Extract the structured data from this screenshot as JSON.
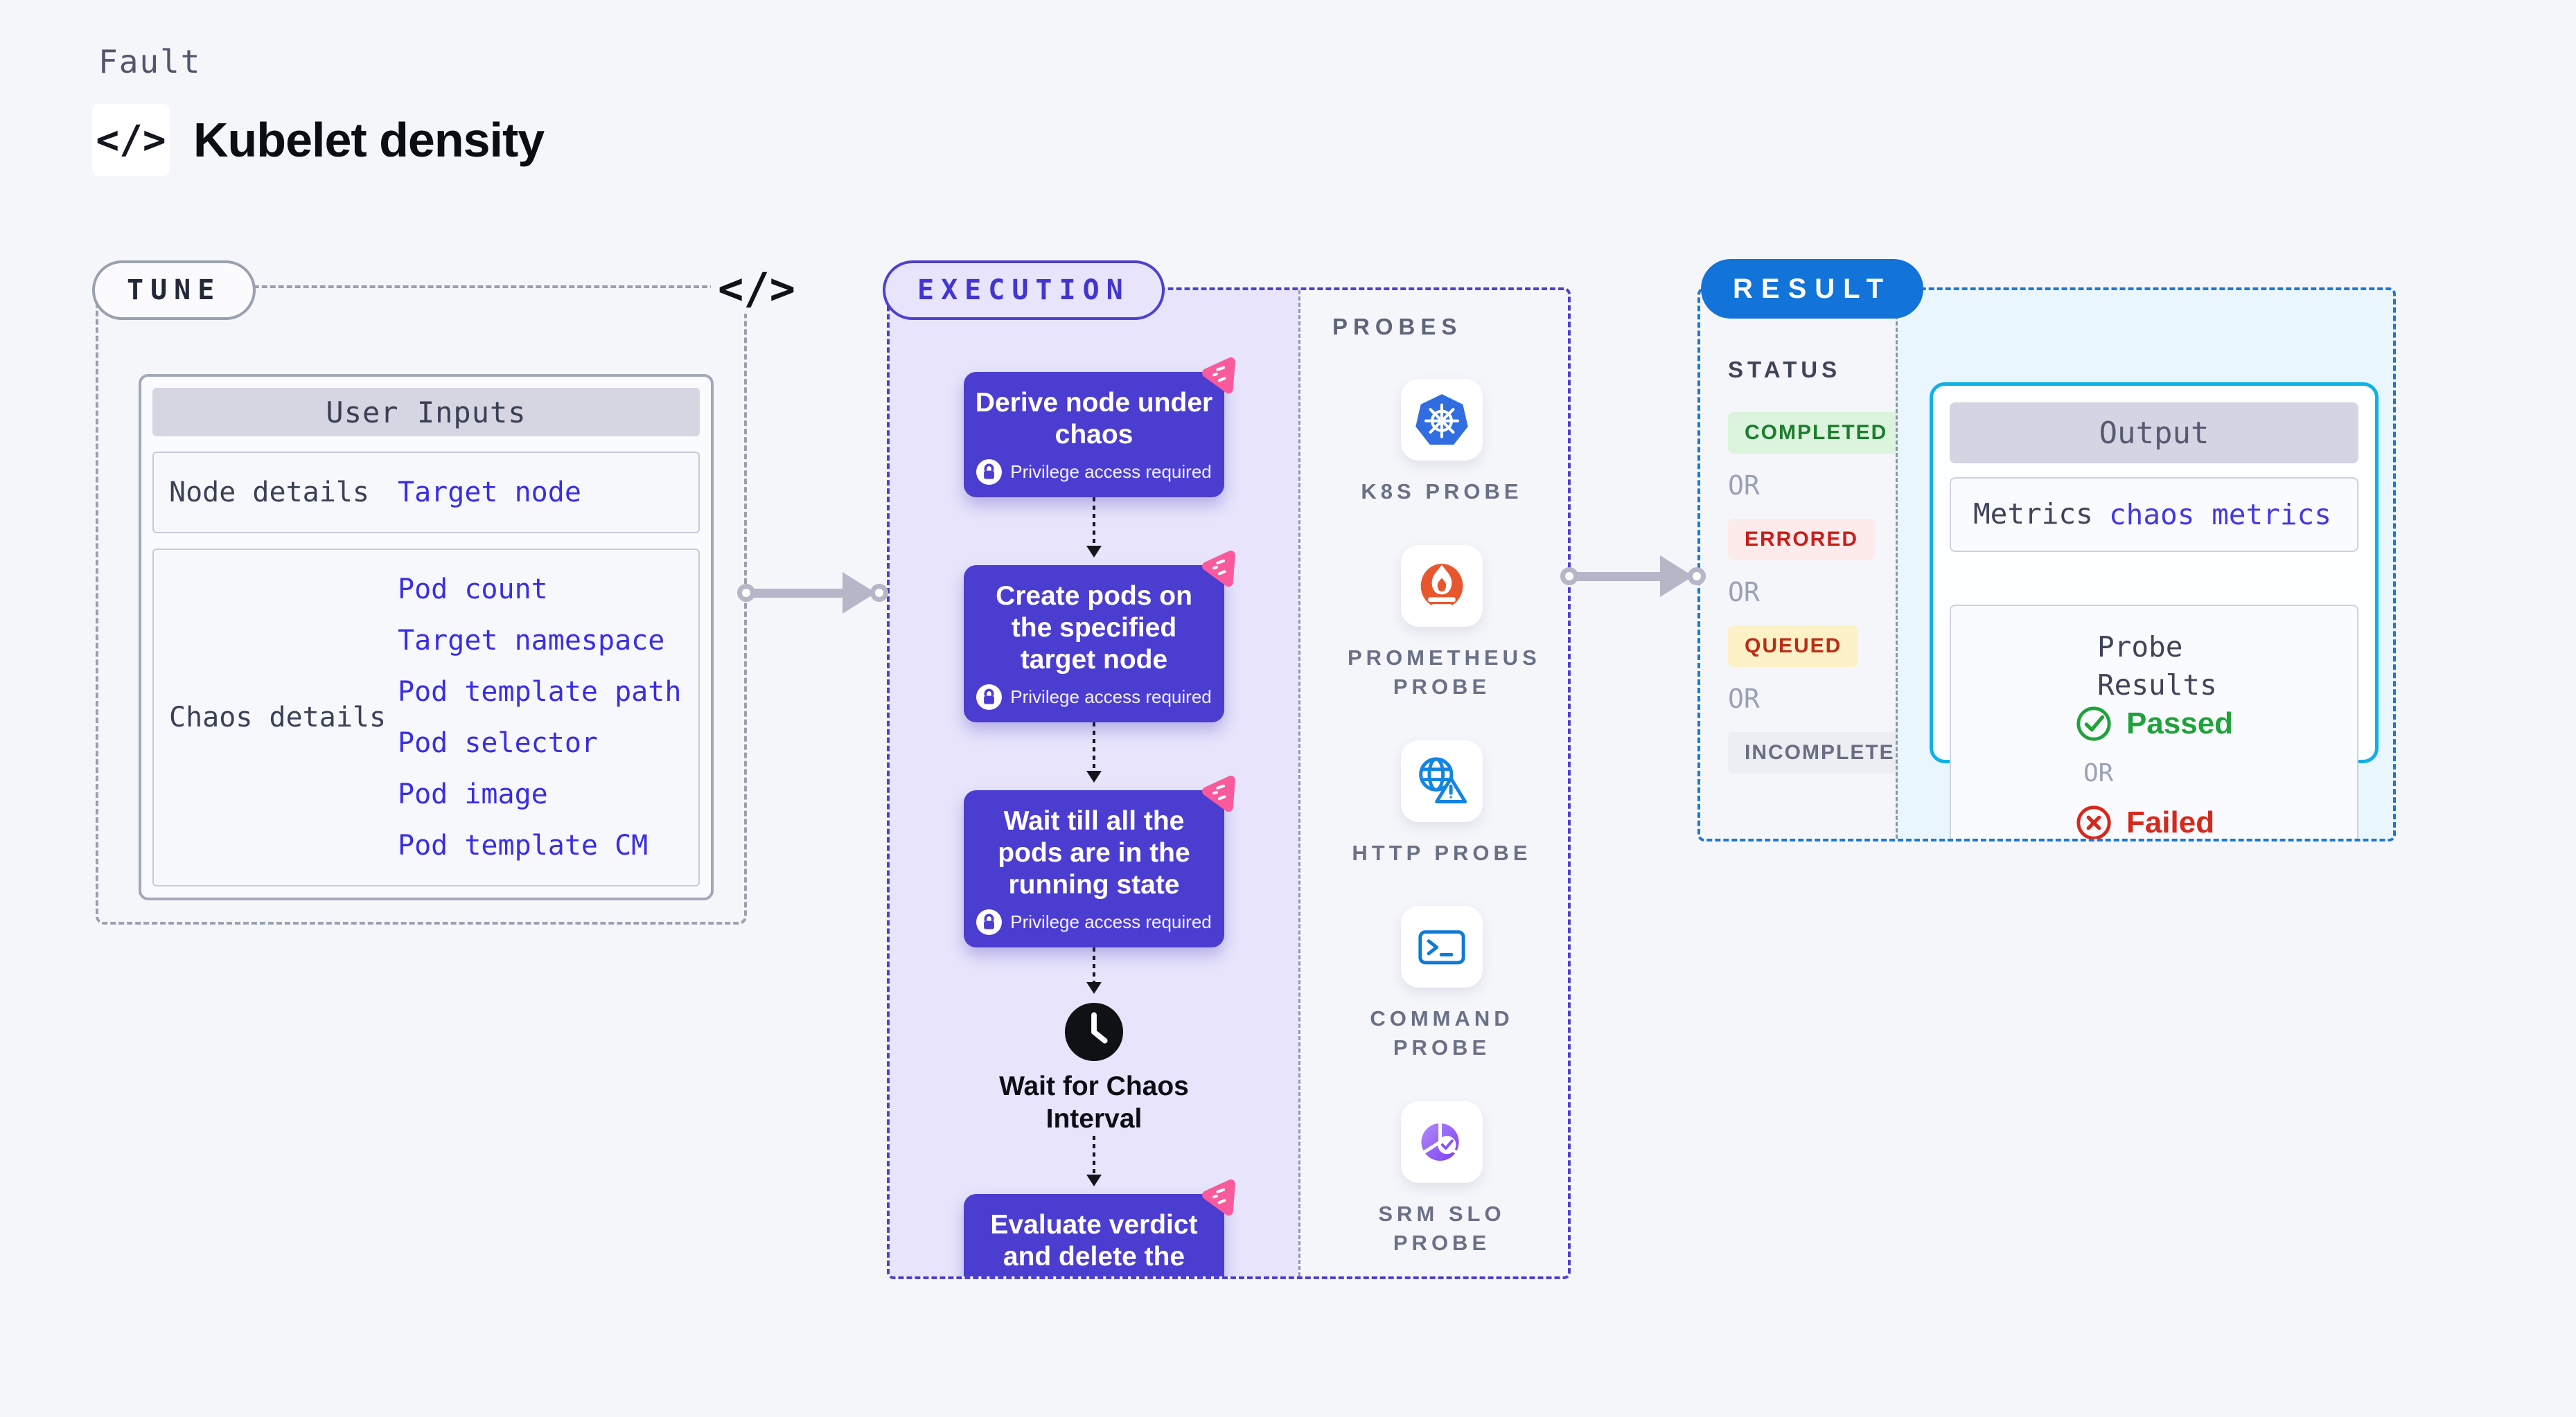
{
  "header": {
    "label": "Fault",
    "title": "Kubelet density",
    "code_glyph": "</>"
  },
  "tune": {
    "badge": "TUNE",
    "code_glyph": "</>",
    "table": {
      "header": "User Inputs",
      "rows": [
        {
          "label": "Node details",
          "links": [
            "Target node"
          ]
        },
        {
          "label": "Chaos details",
          "links": [
            "Pod count",
            "Target namespace",
            "Pod template path",
            "Pod selector",
            "Pod image",
            "Pod template CM"
          ]
        }
      ]
    }
  },
  "execution": {
    "badge": "EXECUTION",
    "privilege": "Privilege access required",
    "steps": [
      "Derive node under chaos",
      "Create pods on the specified target node",
      "Wait till all the pods are in the running state"
    ],
    "wait_label": "Wait for Chaos Interval",
    "final_step": "Evaluate verdict and delete the pods"
  },
  "probes": {
    "label": "PROBES",
    "items": [
      {
        "icon": "k8s-probe-icon",
        "label": "K8S PROBE"
      },
      {
        "icon": "prometheus-probe-icon",
        "label": "PROMETHEUS PROBE"
      },
      {
        "icon": "http-probe-icon",
        "label": "HTTP PROBE"
      },
      {
        "icon": "command-probe-icon",
        "label": "COMMAND PROBE"
      },
      {
        "icon": "srm-slo-probe-icon",
        "label": "SRM SLO PROBE"
      }
    ]
  },
  "result": {
    "badge": "RESULT",
    "status_label": "STATUS",
    "or": "OR",
    "chips": [
      {
        "label": "COMPLETED",
        "type": "success"
      },
      {
        "label": "ERRORED",
        "type": "error"
      },
      {
        "label": "QUEUED",
        "type": "warning"
      },
      {
        "label": "INCOMPLETED",
        "type": "neutral"
      }
    ],
    "output": {
      "header": "Output",
      "metrics_label": "Metrics",
      "metrics_value": "chaos metrics",
      "probe_results_label": "Probe Results",
      "passed": "Passed",
      "failed": "Failed"
    }
  },
  "colors": {
    "page_bg": "#f5f6fa",
    "link": "#392ee4",
    "step_bg": "#4c3dd1",
    "execution_panel_bg": "#e7e4fb",
    "execution_border": "#4c41cf",
    "tune_border": "#9aa0ae",
    "result_border": "#1b78d4",
    "result_badge_bg": "#1273d8",
    "result_panel_bg": "#e9f6fd",
    "output_border": "#0db1e8",
    "completed": "#1b7e2c",
    "errored": "#c5201c",
    "queued": "#bb2e16",
    "incompleted": "#696e84",
    "passed": "#1fa23a",
    "failed": "#d6281c",
    "litmus_pink": "#f95a9b",
    "kubernetes_blue": "#2f6de0",
    "prometheus_orange": "#e8562d",
    "arrow_gray": "#b5b7c8"
  }
}
